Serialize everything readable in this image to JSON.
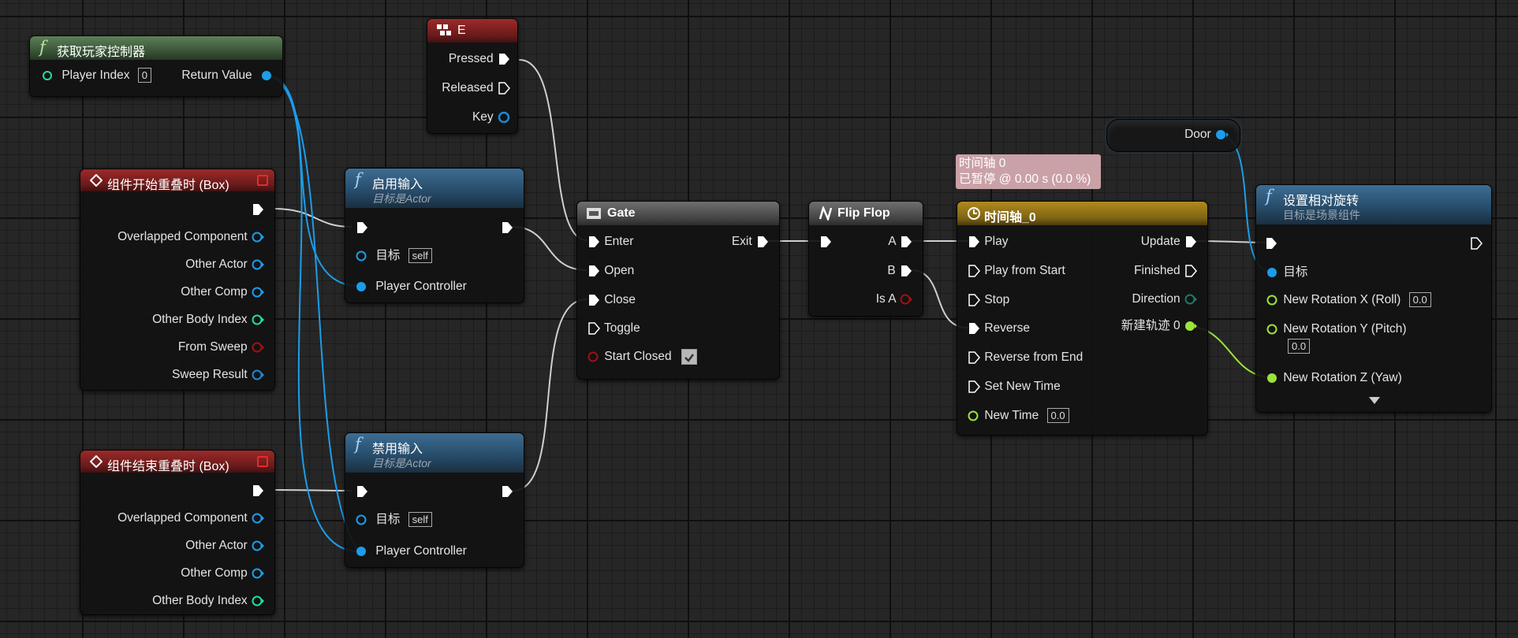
{
  "colors": {
    "exec": "#ffffff",
    "object": "#1b9dea",
    "float": "#9be33b",
    "struct": "#1e88d6",
    "vector": "#f4c64c",
    "bool": "#a01010",
    "int": "#1fe0a0",
    "wildcard": "#cfcfcf"
  },
  "nodes": {
    "get_pc": {
      "title": "获取玩家控制器",
      "player_index_label": "Player Index",
      "player_index_value": "0",
      "return_label": "Return Value"
    },
    "key_e": {
      "title": "E",
      "pressed": "Pressed",
      "released": "Released",
      "key": "Key"
    },
    "begin_overlap": {
      "title": "组件开始重叠时 (Box)",
      "pins": [
        "Overlapped Component",
        "Other Actor",
        "Other Comp",
        "Other Body Index",
        "From Sweep",
        "Sweep Result"
      ]
    },
    "end_overlap": {
      "title": "组件结束重叠时 (Box)",
      "pins": [
        "Overlapped Component",
        "Other Actor",
        "Other Comp",
        "Other Body Index"
      ]
    },
    "enable_input": {
      "title": "启用输入",
      "subtitle": "目标是Actor",
      "target_label": "目标",
      "target_value": "self",
      "pc_label": "Player Controller"
    },
    "disable_input": {
      "title": "禁用输入",
      "subtitle": "目标是Actor",
      "target_label": "目标",
      "target_value": "self",
      "pc_label": "Player Controller"
    },
    "gate": {
      "title": "Gate",
      "enter": "Enter",
      "open": "Open",
      "close": "Close",
      "toggle": "Toggle",
      "start_closed": "Start Closed",
      "exit": "Exit",
      "start_closed_checked": true
    },
    "flipflop": {
      "title": "Flip Flop",
      "a": "A",
      "b": "B",
      "is_a": "Is A"
    },
    "timeline": {
      "title": "时间轴_0",
      "comment_line1": "时间轴 0",
      "comment_line2": "已暂停 @ 0.00 s (0.0 %)",
      "inputs": [
        "Play",
        "Play from Start",
        "Stop",
        "Reverse",
        "Reverse from End",
        "Set New Time",
        "New Time"
      ],
      "new_time_value": "0.0",
      "outputs": [
        "Update",
        "Finished",
        "Direction",
        "新建轨迹 0"
      ]
    },
    "door": {
      "label": "Door"
    },
    "set_rot": {
      "title": "设置相对旋转",
      "subtitle": "目标是场景组件",
      "target_label": "目标",
      "x_label": "New Rotation X (Roll)",
      "x_value": "0.0",
      "y_label": "New Rotation Y (Pitch)",
      "y_value": "0.0",
      "z_label": "New Rotation Z (Yaw)",
      "expand_icon": "triangle-down"
    }
  }
}
